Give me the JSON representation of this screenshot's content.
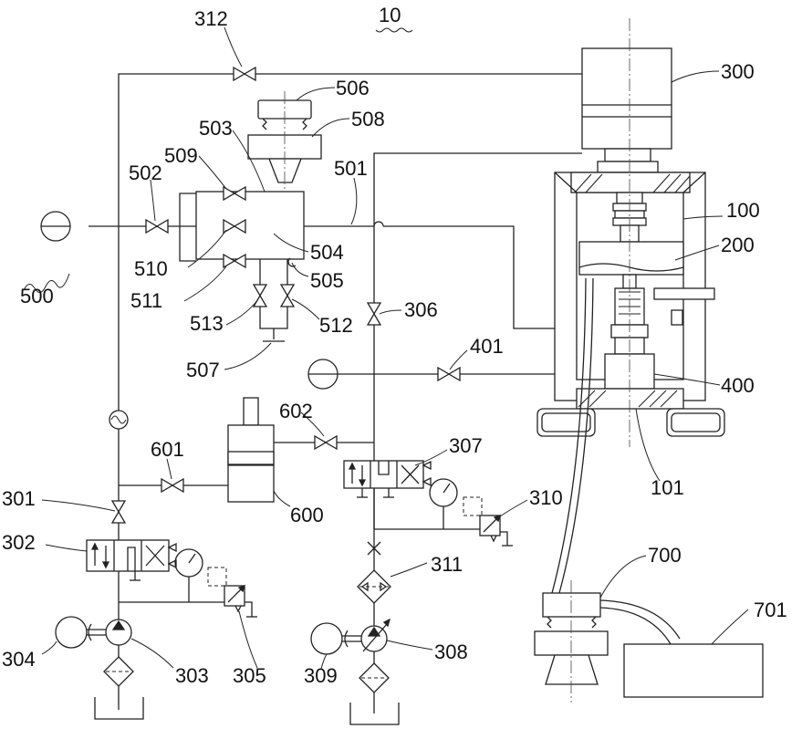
{
  "figure": {
    "number": "10"
  },
  "labels": {
    "l312": "312",
    "l300": "300",
    "l506": "506",
    "l508": "508",
    "l503": "503",
    "l509": "509",
    "l501": "501",
    "l502": "502",
    "l100": "100",
    "l200": "200",
    "l504": "504",
    "l510": "510",
    "l505": "505",
    "l500": "500",
    "l511": "511",
    "l513": "513",
    "l512": "512",
    "l306": "306",
    "l401": "401",
    "l400": "400",
    "l507": "507",
    "l602": "602",
    "l307": "307",
    "l601": "601",
    "l101": "101",
    "l600": "600",
    "l301": "301",
    "l310": "310",
    "l302": "302",
    "l311": "311",
    "l700": "700",
    "l701": "701",
    "l304": "304",
    "l303": "303",
    "l305": "305",
    "l308": "308",
    "l309": "309"
  },
  "colors": {
    "line": "#222222",
    "background": "#ffffff"
  }
}
